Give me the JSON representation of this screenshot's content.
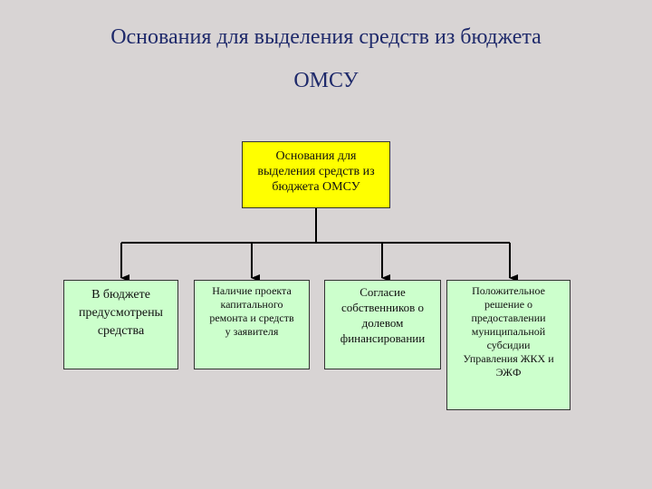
{
  "title": {
    "line1": "Основания для выделения средств из бюджета",
    "line2": "ОМСУ"
  },
  "root_box": {
    "text": "Основания для\nвыделения средств из\nбюджета ОМСУ",
    "color": "#ffff00"
  },
  "children": [
    {
      "text": "В бюджете\nпредусмотрены\nсредства"
    },
    {
      "text": "Наличие проекта\nкапитального\nремонта и средств\nу заявителя"
    },
    {
      "text": "Согласие\nсобственников о\nдолевом\nфинансировании"
    },
    {
      "text": "Положительное\nрешение о\nпредоставлении\nмуниципальной\nсубсидии\nУправления ЖКХ и\nЭЖФ"
    }
  ],
  "colors": {
    "background": "#d8d4d4",
    "title": "#1f2a6b",
    "child_box": "#ccffcc"
  }
}
